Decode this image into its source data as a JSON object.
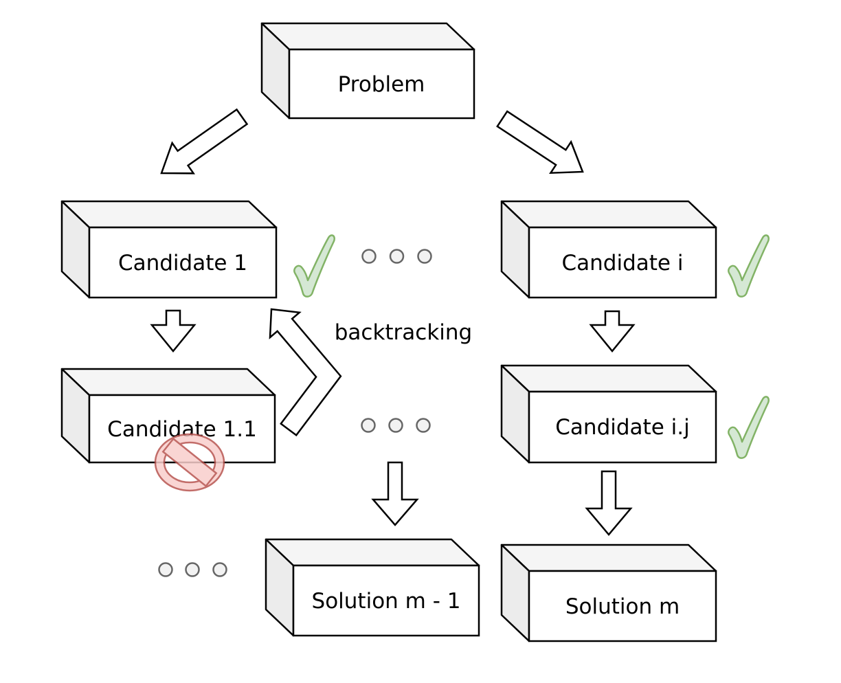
{
  "diagram": {
    "nodes": {
      "problem": {
        "label": "Problem"
      },
      "candidate_1": {
        "label": "Candidate 1",
        "mark": "check"
      },
      "candidate_i": {
        "label": "Candidate i",
        "mark": "check"
      },
      "candidate_1_1": {
        "label": "Candidate 1.1",
        "mark": "no-entry"
      },
      "candidate_i_j": {
        "label": "Candidate i.j",
        "mark": "check"
      },
      "solution_m_1": {
        "label": "Solution m - 1"
      },
      "solution_m": {
        "label": "Solution m"
      }
    },
    "annotations": {
      "backtracking": "backtracking"
    },
    "colors": {
      "check_fill": "#d5e8d4",
      "check_stroke": "#82b366",
      "no_entry_fill": "#f8cecc",
      "no_entry_stroke": "#b85450",
      "box_face": "#ffffff",
      "box_top": "#f5f5f5",
      "box_side": "#ececec",
      "outline": "#000000"
    }
  }
}
